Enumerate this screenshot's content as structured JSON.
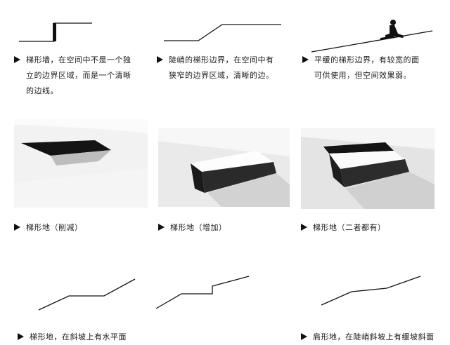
{
  "panels": [
    {
      "id": "stepped-wall",
      "caption_lines": [
        "梯形墙，在空间中不是一个独",
        "立的边界区域，而是一个清晰",
        "的边线。"
      ]
    },
    {
      "id": "steep-boundary",
      "caption_lines": [
        "陡峭的梯形边界，在空间中有",
        "狭窄的边界区域，清晰的边。"
      ]
    },
    {
      "id": "gentle-boundary",
      "caption_lines": [
        "平缓的梯形边界，有较宽的面",
        "可供使用，但空间效果弱。"
      ]
    },
    {
      "id": "cut",
      "caption_lines": [
        "梯形地（削减）"
      ]
    },
    {
      "id": "add",
      "caption_lines": [
        "梯形地（增加）"
      ]
    },
    {
      "id": "both",
      "caption_lines": [
        "梯形地（二者都有）"
      ]
    },
    {
      "id": "flat-on-slope",
      "caption_lines": [
        "梯形地，在斜坡上有水平面"
      ]
    },
    {
      "id": "stepped-slope",
      "caption_lines": []
    },
    {
      "id": "shoulder",
      "caption_lines": [
        "肩形地，在陡峭斜坡上有缓坡斜面"
      ]
    }
  ],
  "colors": {
    "ink": "#111111",
    "shadow": "#d6d6d6",
    "photo_bg": "#ececec"
  }
}
